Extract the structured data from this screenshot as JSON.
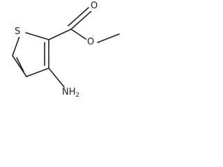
{
  "molecule": {
    "atoms": {
      "sulfur": "S",
      "carbonyl_oxygen": "O",
      "ester_oxygen": "O",
      "amine_prefix": "NH",
      "amine_subscript": "2"
    },
    "colors": {
      "bond": "#222222",
      "text": "#222222",
      "background": "#ffffff"
    }
  }
}
